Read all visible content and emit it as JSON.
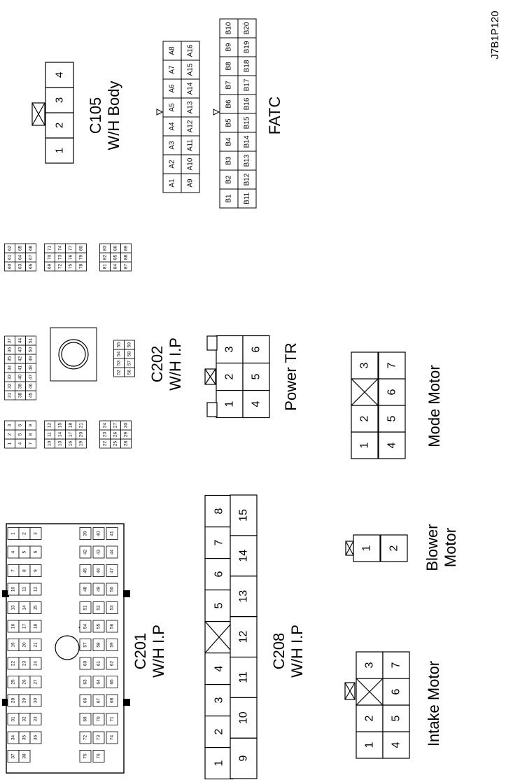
{
  "figure_id": "J7B1P120",
  "connectors": {
    "c105": {
      "code": "C105",
      "name": "W/H Body",
      "pins": [
        "1",
        "2",
        "3",
        "4"
      ]
    },
    "fatc": {
      "name": "FATC",
      "row_a1": [
        "A1",
        "A2",
        "A3",
        "A4",
        "A5",
        "A6",
        "A7",
        "A8"
      ],
      "row_a2": [
        "A9",
        "A10",
        "A11",
        "A12",
        "A13",
        "A14",
        "A15",
        "A16"
      ],
      "row_b1": [
        "B1",
        "B2",
        "B3",
        "B4",
        "B5",
        "B6",
        "B7",
        "B8",
        "B9",
        "B10"
      ],
      "row_b2": [
        "B11",
        "B12",
        "B13",
        "B14",
        "B15",
        "B16",
        "B17",
        "B18",
        "B19",
        "B20"
      ]
    },
    "c202": {
      "code": "C202",
      "name": "W/H I.P",
      "blocks": [
        [
          [
            "1",
            "2",
            "3"
          ],
          [
            "4",
            "5",
            "6"
          ],
          [
            "7",
            "8",
            "9"
          ]
        ],
        [
          [
            "10",
            "11",
            "12"
          ],
          [
            "13",
            "14",
            "15"
          ],
          [
            "16",
            "17",
            "18"
          ],
          [
            "19",
            "20",
            "21"
          ]
        ],
        [
          [
            "22",
            "23",
            "24"
          ],
          [
            "25",
            "26",
            "27"
          ],
          [
            "28",
            "29",
            "30"
          ]
        ],
        [
          [
            "31",
            "32",
            "33",
            "34",
            "35",
            "36",
            "37"
          ],
          [
            "38",
            "39",
            "40",
            "41",
            "42",
            "43",
            "44"
          ],
          [
            "45",
            "46",
            "47",
            "48",
            "49",
            "50",
            "51"
          ]
        ],
        [
          [
            "52",
            "53",
            "54",
            "55"
          ],
          [
            "56",
            "57",
            "58",
            "59"
          ]
        ],
        [
          [
            "60",
            "61",
            "62"
          ],
          [
            "63",
            "64",
            "65"
          ],
          [
            "66",
            "67",
            "68"
          ]
        ],
        [
          [
            "69",
            "70",
            "71"
          ],
          [
            "72",
            "73",
            "74"
          ],
          [
            "75",
            "76",
            "77"
          ],
          [
            "78",
            "79",
            "80"
          ]
        ],
        [
          [
            "81",
            "82",
            "83"
          ],
          [
            "84",
            "85",
            "86"
          ],
          [
            "87",
            "88",
            "89"
          ]
        ]
      ]
    },
    "power_tr": {
      "name": "Power TR",
      "pins": [
        "1",
        "2",
        "3",
        "4",
        "5",
        "6"
      ]
    },
    "mode_motor": {
      "name": "Mode Motor",
      "pins": [
        "1",
        "2",
        "3",
        "4",
        "5",
        "6",
        "7"
      ]
    },
    "blower_motor": {
      "name": "Blower Motor",
      "line1": "Blower",
      "line2": "Motor",
      "pins": [
        "1",
        "2"
      ]
    },
    "intake_motor": {
      "name": "Intake Motor",
      "pins": [
        "1",
        "2",
        "3",
        "4",
        "5",
        "6",
        "7"
      ]
    },
    "c208": {
      "code": "C208",
      "name": "W/H I.P",
      "pins_top": [
        "1",
        "2",
        "3",
        "4",
        "5",
        "6",
        "7",
        "8"
      ],
      "pins_bottom": [
        "9",
        "10",
        "11",
        "12",
        "13",
        "14",
        "15"
      ]
    },
    "c201": {
      "code": "C201",
      "name": "W/H I.P",
      "pins": [
        "1",
        "2",
        "3",
        "4",
        "5",
        "6",
        "7",
        "8",
        "9",
        "10",
        "11",
        "12",
        "13",
        "14",
        "15",
        "16",
        "17",
        "18",
        "19",
        "20",
        "21",
        "22",
        "23",
        "24",
        "25",
        "26",
        "27",
        "28",
        "29",
        "30",
        "31",
        "32",
        "33",
        "34",
        "35",
        "36",
        "37",
        "38",
        "39",
        "40",
        "41",
        "42",
        "43",
        "44",
        "45",
        "46",
        "47",
        "48",
        "49",
        "50",
        "51",
        "52",
        "53",
        "54",
        "55",
        "56",
        "57",
        "58",
        "59",
        "60",
        "61",
        "62",
        "63",
        "64",
        "65",
        "66",
        "67",
        "68",
        "69",
        "70",
        "71",
        "72",
        "73",
        "74",
        "75",
        "76"
      ]
    }
  }
}
